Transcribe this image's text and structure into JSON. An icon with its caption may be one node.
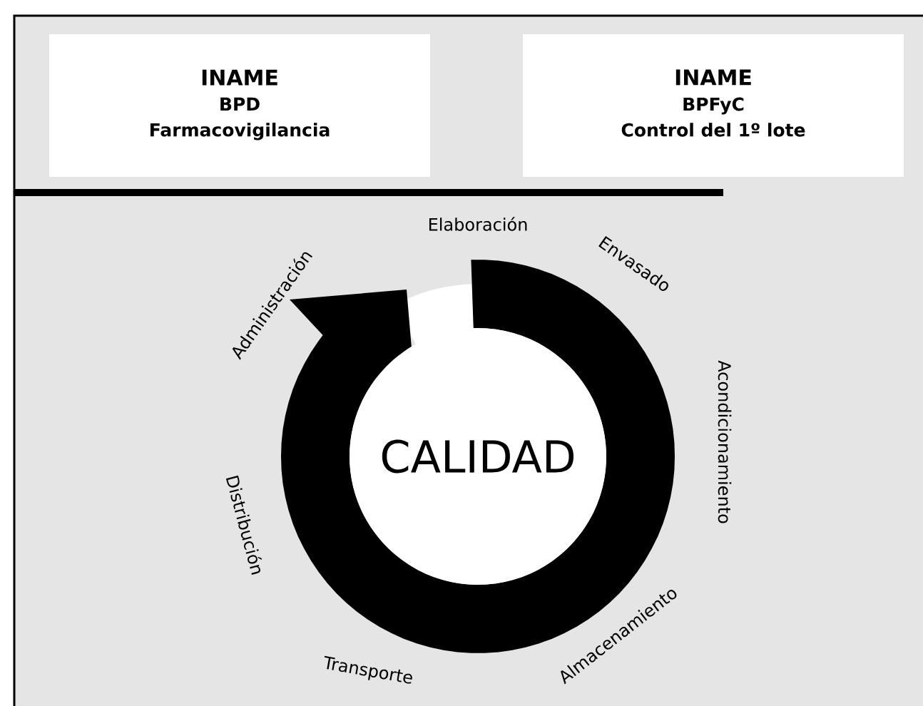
{
  "diagram": {
    "nodes": [
      {
        "text": [
          "INAME",
          "BPD",
          "Farmacovigilancia"
        ]
      },
      {
        "text": [
          "INAME",
          "BPFyC",
          "Control del 1º lote"
        ]
      },
      {
        "text": [
          "CALIDAD"
        ]
      }
    ],
    "labels": [
      "Elaboración",
      "Envasado",
      "Acondicionamiento",
      "Almacenamiento",
      "Transporte",
      "Distribución",
      "Administración"
    ]
  }
}
